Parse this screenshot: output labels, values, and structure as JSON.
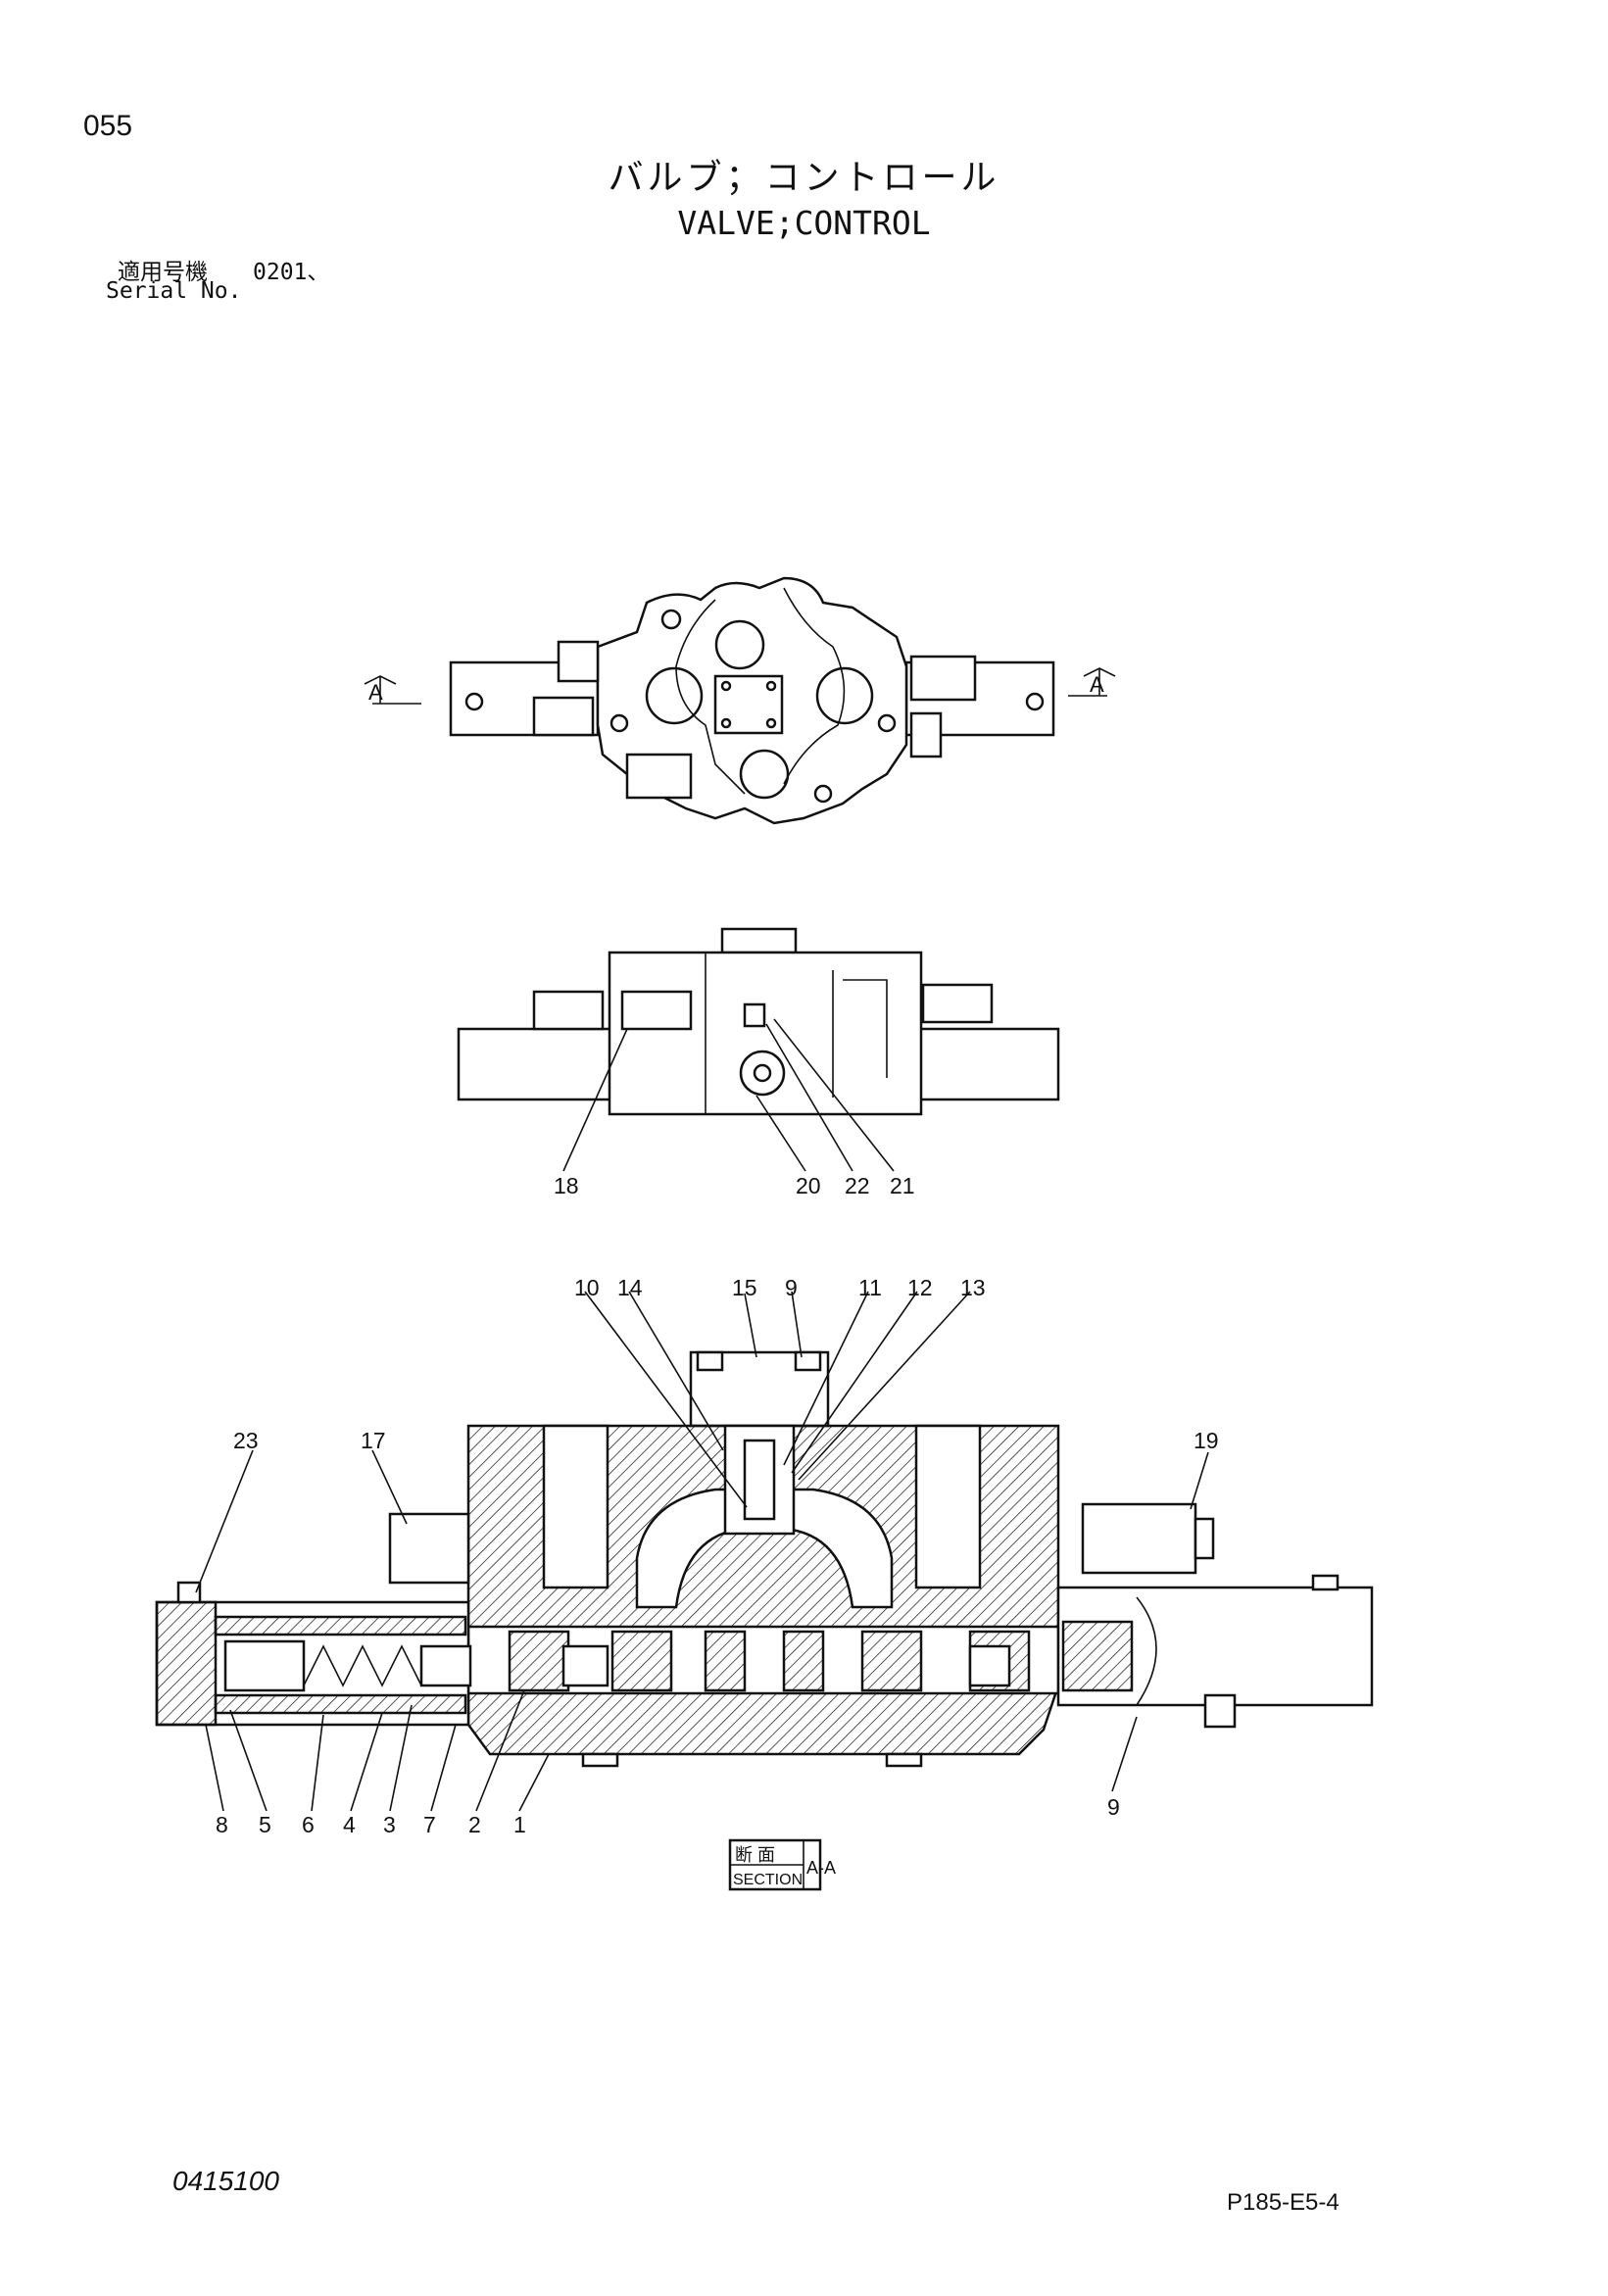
{
  "header": {
    "page_number": "055",
    "title_jp": "バルブ；コントロール",
    "title_en": "VALVE;CONTROL",
    "serial_label_jp": "適用号機",
    "serial_value": "0201、",
    "serial_label_en": "Serial No."
  },
  "views": {
    "section_marker_left": "A",
    "section_marker_right": "A",
    "section_label_jp": "断 面",
    "section_label_en": "SECTION",
    "section_label_id": "A-A"
  },
  "callouts": {
    "side_view": [
      "18",
      "20",
      "22",
      "21"
    ],
    "section_top": [
      "10",
      "14",
      "15",
      "9",
      "11",
      "12",
      "13"
    ],
    "section_upper_side": [
      "23",
      "17",
      "19"
    ],
    "section_bottom": [
      "8",
      "5",
      "6",
      "4",
      "3",
      "7",
      "2",
      "1",
      "9"
    ]
  },
  "footer": {
    "doc_code": "0415100",
    "page_code": "P185-E5-4"
  }
}
